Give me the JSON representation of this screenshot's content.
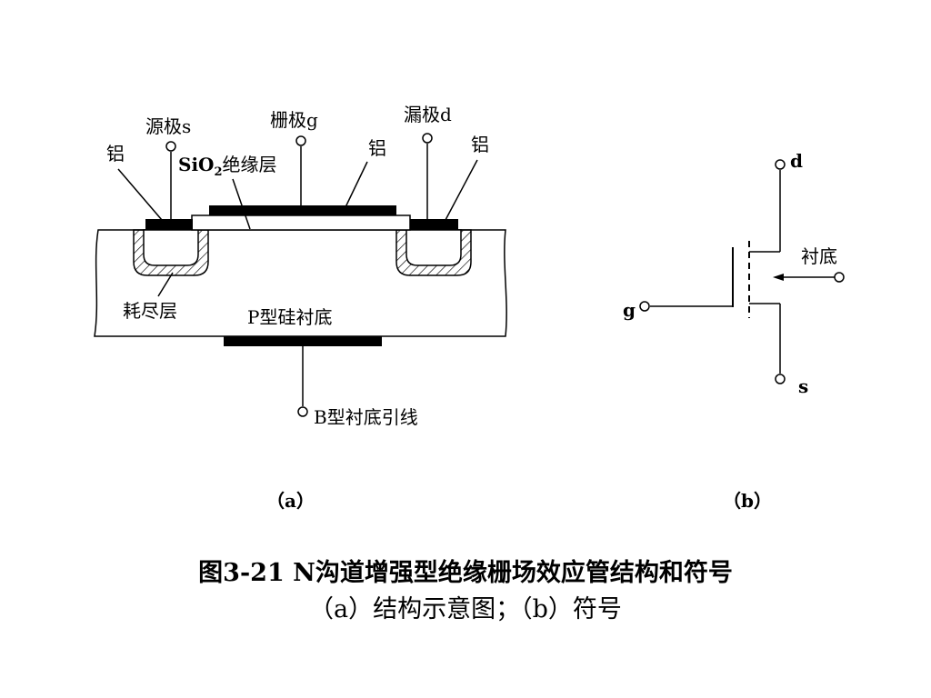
{
  "diagram_a": {
    "label_source": "源极s",
    "label_gate": "栅极g",
    "label_drain": "漏极d",
    "label_al_left": "铝",
    "label_al_mid": "铝",
    "label_al_right": "铝",
    "label_sio2_prefix": "SiO",
    "label_sio2_sub": "2",
    "label_sio2_suffix": "绝缘层",
    "label_depletion": "耗尽层",
    "label_substrate": "P型硅衬底",
    "label_substrate_lead": "B型衬底引线",
    "subcaption": "（a）"
  },
  "diagram_b": {
    "label_d": "d",
    "label_g": "g",
    "label_s": "s",
    "label_substrate": "衬底",
    "subcaption": "（b）"
  },
  "caption": {
    "line1": "图3-21  N沟道增强型绝缘栅场效应管结构和符号",
    "line2": "（a）结构示意图；（b）符号"
  },
  "colors": {
    "ink": "#000000",
    "background": "#ffffff"
  }
}
